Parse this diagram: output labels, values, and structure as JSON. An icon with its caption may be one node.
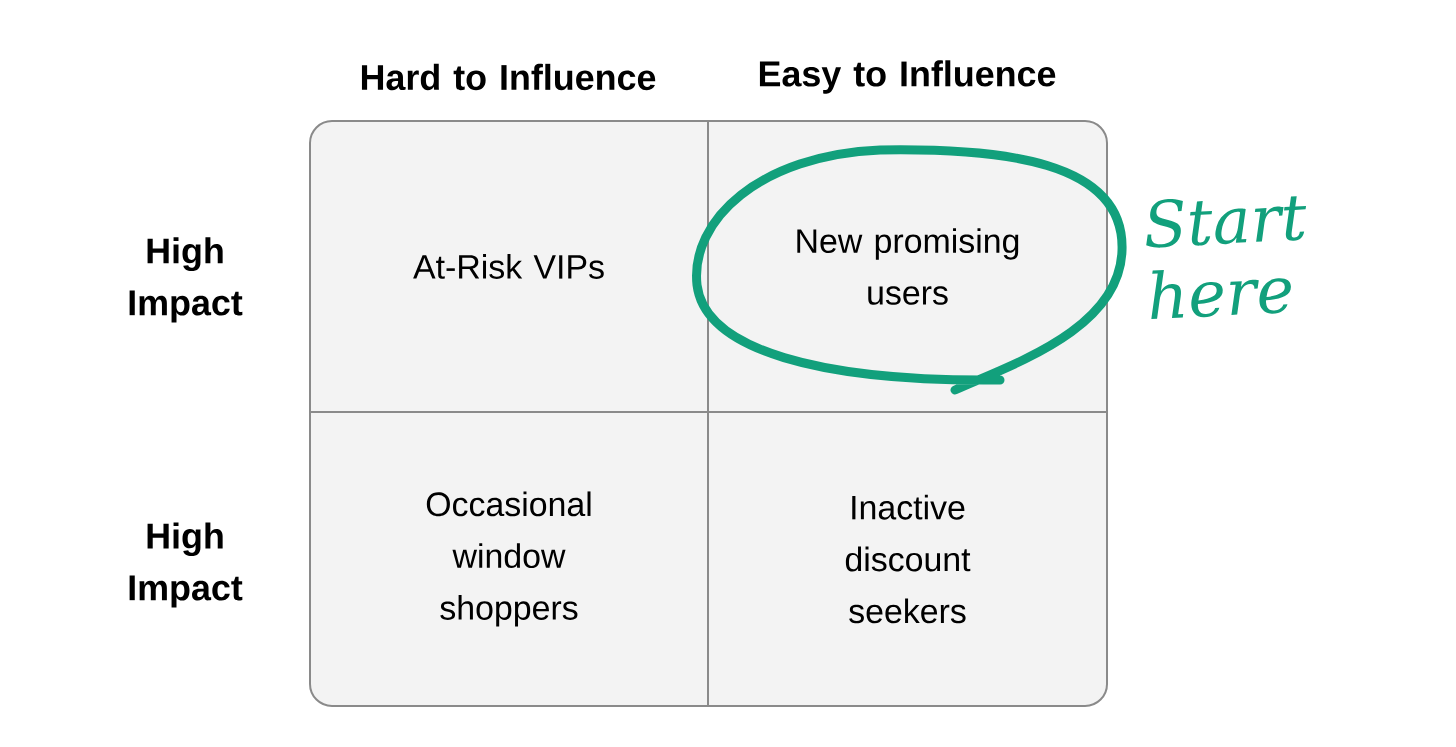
{
  "diagram": {
    "nodes": [
      {
        "text": [
          "At-Risk VIPs"
        ]
      },
      {
        "text": [
          "New promising users"
        ]
      },
      {
        "text": [
          "Occasional window shoppers"
        ]
      },
      {
        "text": [
          "Inactive discount seekers"
        ]
      }
    ],
    "labels": [
      "Hard to Influence",
      "Easy to Influence",
      "High Impact",
      "High Impact",
      "Start here"
    ]
  }
}
